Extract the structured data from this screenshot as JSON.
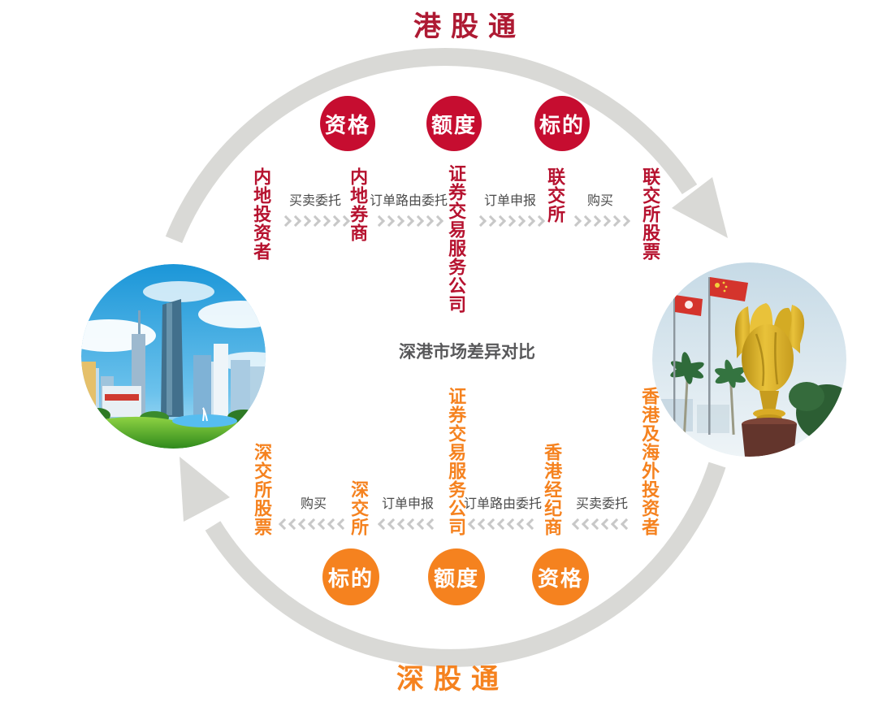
{
  "titles": {
    "top": {
      "text": "港股通",
      "color": "#ae1a33"
    },
    "bottom": {
      "text": "深股通",
      "color": "#f5821f"
    },
    "center": {
      "text": "深港市场差异对比",
      "color": "#58585a"
    }
  },
  "ring": {
    "color": "#d9d9d6",
    "direction": "clockwise"
  },
  "top_flow": {
    "flow_direction": "left-to-right",
    "text_color": "#b6122f",
    "badge_color": "#c60d30",
    "badges": [
      "资格",
      "额度",
      "标的"
    ],
    "nodes": [
      "内地投资者",
      "内地券商",
      "证券交易服务公司",
      "联交所",
      "联交所股票"
    ],
    "links": [
      "买卖委托",
      "订单路由委托",
      "订单申报",
      "购买"
    ]
  },
  "bottom_flow": {
    "flow_direction": "right-to-left",
    "text_color": "#f5821f",
    "badge_color": "#f5821f",
    "badges": [
      "标的",
      "额度",
      "资格"
    ],
    "nodes": [
      "深交所股票",
      "深交所",
      "证券交易服务公司",
      "香港经纪商",
      "香港及海外投资者"
    ],
    "links": [
      "购买",
      "订单申报",
      "订单路由委托",
      "买卖委托"
    ]
  },
  "icons": {
    "chevron_right": "chevron-right-icon",
    "chevron_left": "chevron-left-icon",
    "left_photo": "shenzhen-city-skyline-photo",
    "right_photo": "hong-kong-golden-bauhinia-square-photo"
  },
  "colors": {
    "link_label": "#4b4b4b",
    "chevron": "#c8c8c8"
  }
}
